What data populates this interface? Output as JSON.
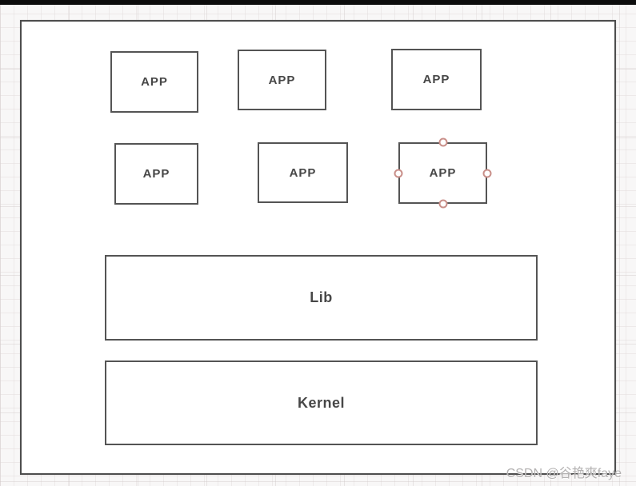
{
  "page": {
    "watermark": "CSDN @谷艳爽faye"
  },
  "diagram": {
    "type": "block-diagram",
    "description": "Software stack diagram: six APP boxes in two rows stacked above a Lib layer and a Kernel layer, all inside one outer rectangle drawn on a gridded diagramming canvas",
    "app_boxes": [
      {
        "label": "APP"
      },
      {
        "label": "APP"
      },
      {
        "label": "APP"
      },
      {
        "label": "APP"
      },
      {
        "label": "APP"
      },
      {
        "label": "APP",
        "selected": true,
        "connection_handles": [
          "top",
          "right",
          "bottom",
          "left"
        ]
      }
    ],
    "lib": {
      "label": "Lib"
    },
    "kernel": {
      "label": "Kernel"
    },
    "colors": {
      "shape_border": "#545454",
      "shape_text": "#474747",
      "handle_stroke": "#c98f89",
      "shape_fill": "#ffffff",
      "canvas_background": "#f8f7f7",
      "top_bar": "#0c0c0c"
    }
  }
}
